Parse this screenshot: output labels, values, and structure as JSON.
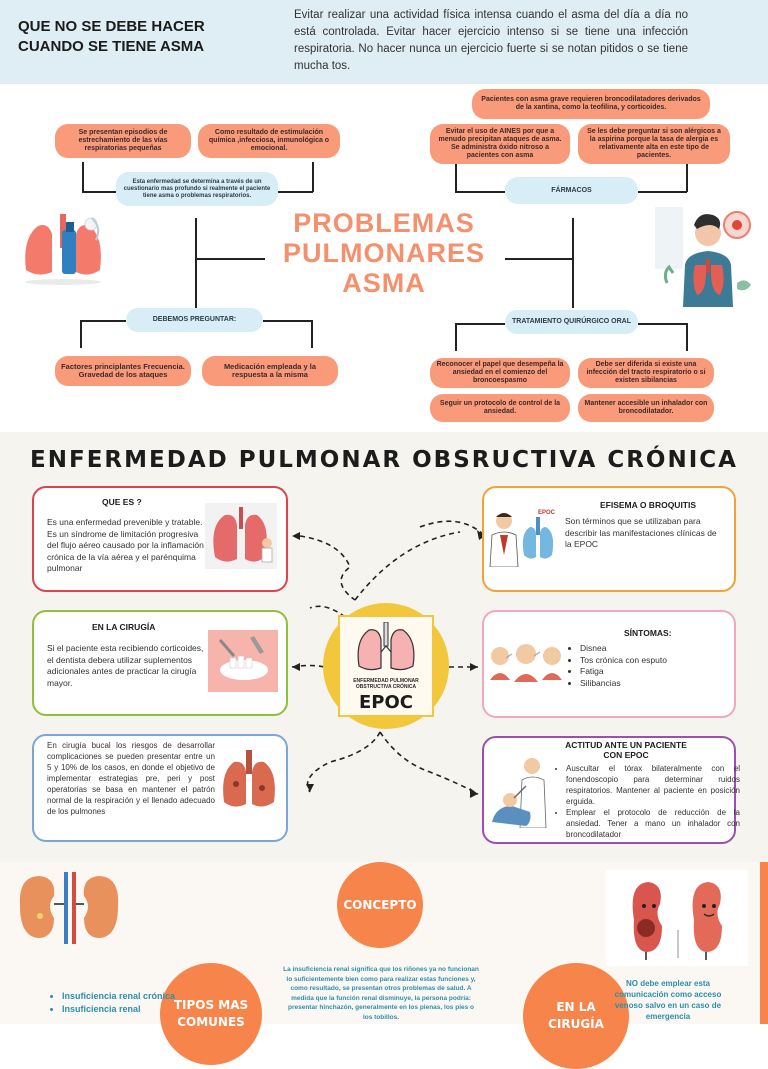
{
  "header": {
    "title": "QUE NO SE DEBE HACER CUANDO SE TIENE ASMA",
    "text": "Evitar realizar una actividad física intensa cuando el asma del día a día no está controlada. Evitar hacer ejercicio intenso si se tiene una infección respiratoria. No hacer nunca un ejercicio fuerte si se notan pitidos o se tiene mucha tos."
  },
  "asma": {
    "title": "PROBLEMAS PULMONARES ASMA",
    "left_top_1": "Se presentan episodios de estrechamiento de las vías respiratorias pequeñas",
    "left_top_2": "Como resultado de estimulación química ,infecciosa, inmunológica o emocional.",
    "left_diag": "Esta enfermedad se determina a través de un cuestionario mas profundo si realmente el paciente tiene asma o problemas respiratorios.",
    "preguntar_label": "DEBEMOS PREGUNTAR:",
    "preg_1": "Factores principlantes Frecuencia. Gravedad de los ataques",
    "preg_2": "Medicación empleada y la respuesta a la misma",
    "farm_top": "Pacientes con asma grave requieren broncodilatadores derivados de la xantina, como la teofilina, y corticoides.",
    "farm_1": "Evitar el uso de AINES por que a menudo precipitan ataques de asma. Se administra óxido nitroso a pacientes con asma",
    "farm_2": "Se les debe preguntar si son alérgicos a la aspirina porque la tasa de alergia es relativamente alta en este tipo de pacientes.",
    "farmacos_label": "FÁRMACOS",
    "trat_label": "TRATAMIENTO QUIRÚRGICO ORAL",
    "trat_1": "Reconocer el papel que desempeña la ansiedad en el comienzo del broncoespasmo",
    "trat_2": "Debe ser diferida si existe una infección del tracto respiratorio o si existen sibilancias",
    "trat_3": "Seguir un protocolo de control de la ansiedad.",
    "trat_4": "Mantener accesible un inhalador con broncodilatador."
  },
  "epoc": {
    "title": "ENFERMEDAD PULMONAR OBSRUCTIVA CRÓNICA",
    "center_caption": "ENFERMEDAD PULMONAR OBSTRUCTIVA CRÓNICA",
    "center_label": "EPOC",
    "que_es_title": "QUE ES ?",
    "que_es_text": "Es una enfermedad prevenible y tratable. Es un síndrome de limitación progresiva del flujo aéreo causado por la inflamación crónica de la vía aérea y el parénquima pulmonar",
    "cirugia_title": "EN LA CIRUGÍA",
    "cirugia_text": "Si el paciente esta recibiendo corticoides, el dentista debera utilizar suplementos adicionales antes de practicar la cirugía mayor.",
    "bucal_text": "En cirugía bucal los riesgos de desarrollar complicaciones se pueden presentar entre un 5 y 10% de los casos, en donde el objetivo de implementar estrategias pre, peri y post operatorias se basa en mantener el patrón normal de la respiración y el llenado adecuado de los pulmones",
    "enfisema_title": "EFISEMA O BROQUITIS",
    "enfisema_text": "Son términos que se utilizaban para describir las manifestaciones clínicas de la EPOC",
    "enfisema_img_label": "EPOC",
    "sintomas_title": "SÍNTOMAS:",
    "sintomas": [
      "Disnea",
      "Tos crónica con esputo",
      "Fatiga",
      "Silibancias"
    ],
    "actitud_title": "ACTITUD ANTE UN PACIENTE CON EPOC",
    "actitud_items": [
      "Auscultar el tórax bilateralmente con el fonendoscopio para determinar ruidos respiratorios. Mantener al paciente en posición erguida.",
      "Emplear el protocolo de reducción de la ansiedad. Tener a mano un inhalador con broncodilatador"
    ]
  },
  "renal": {
    "concepto_label": "CONCEPTO",
    "concepto_text": "La insuficiencia renal significa que los riñones ya no funcionan lo suficientemente bien como para realizar estas funciones y, como resultado, se presentan otros problemas de salud. A medida que la función renal disminuye, la persona podría: presentar hinchazón, generalmente en los pienas, los pies o los tobillos.",
    "tipos_label": "TIPOS MAS COMUNES",
    "tipos": [
      "Insuficiencia renal crónica",
      "Insuficiencia renal"
    ],
    "cirugia_label": "EN LA CIRUGÍA",
    "cirugia_text": "NO debe emplear esta comunicación como acceso venoso salvo en un caso de emergencia"
  }
}
